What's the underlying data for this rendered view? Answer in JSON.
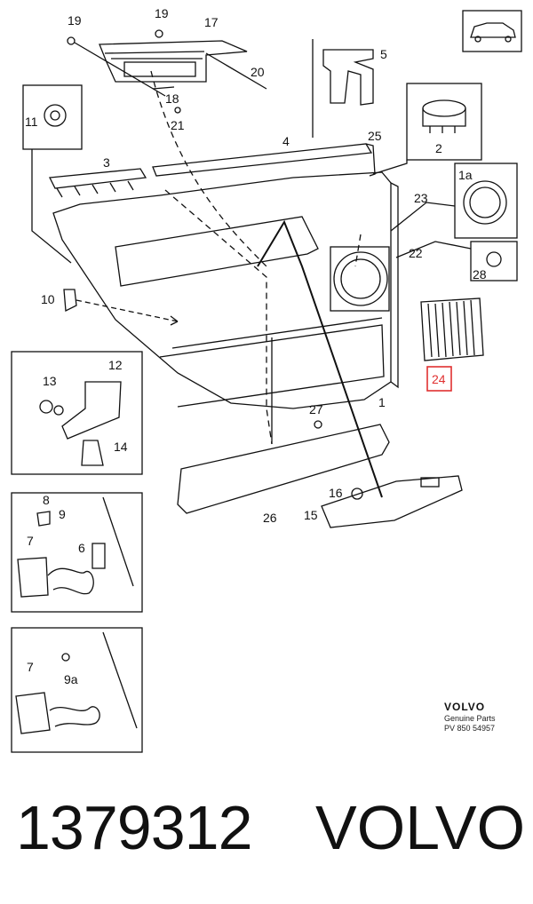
{
  "callouts": {
    "c19a": "19",
    "c19b": "19",
    "c17": "17",
    "c20": "20",
    "c18": "18",
    "c21": "21",
    "c5": "5",
    "c2": "2",
    "c11": "11",
    "c4": "4",
    "c25": "25",
    "c3": "3",
    "c1a": "1a",
    "c23": "23",
    "c22": "22",
    "c28": "28",
    "c10": "10",
    "c24": "24",
    "c1": "1",
    "c12": "12",
    "c13": "13",
    "c14": "14",
    "c27": "27",
    "c16": "16",
    "c15": "15",
    "c26": "26",
    "c8": "8",
    "c9": "9",
    "c7a": "7",
    "c6": "6",
    "c7b": "7",
    "c9a": "9a"
  },
  "highlighted_part": "24",
  "highlight_color": "#e03030",
  "branding": {
    "logo": "VOLVO",
    "line1": "Genuine Parts",
    "line2": "PV 850 54957"
  },
  "footer": {
    "part_number": "1379312",
    "make": "VOLVO"
  }
}
